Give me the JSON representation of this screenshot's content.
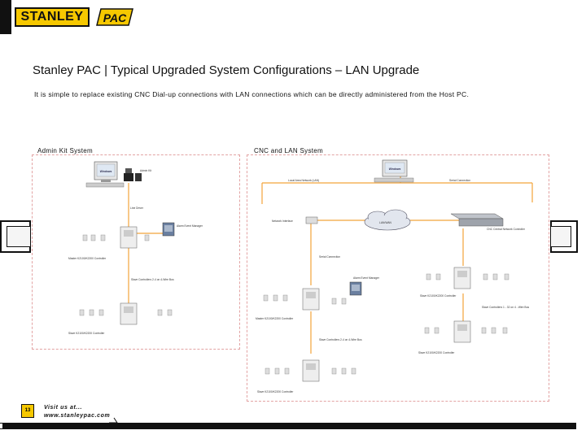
{
  "brand": {
    "stanley": "STANLEY",
    "pac": "PAC",
    "accent_color": "#f6c800"
  },
  "title": "Stanley PAC | Typical Upgraded System Configurations – LAN Upgrade",
  "subtitle": "It is simple to replace existing CNC Dial-up connections with LAN connections which can be directly administered from the Host PC.",
  "panels": {
    "left": {
      "label": "Admin Kit System",
      "nodes": {
        "admin_kit": "Admin Kit",
        "line_driver": "Line Driver",
        "alarm_event_manager": "Alarm Event Manager",
        "master_controller": "Master K2100/K2200 Controller",
        "slave_bus": "Slave Controllers 2-4 on 4-Wire Bus",
        "slave_controller": "Slave K2100/K2200 Controller"
      }
    },
    "right": {
      "label": "CNC and LAN System",
      "nodes": {
        "lan": "Local Area Network (LAN)",
        "serial_connection": "Serial Connection",
        "network_interface": "Network Interface",
        "lan_wan": "LAN/WAN",
        "cnc": "CNC Central Network Controller",
        "serial_connection_2": "Serial Connection",
        "alarm_event_manager": "Alarm Event Manager",
        "slave_controller_1": "Slave K2100/K2200 Controller",
        "slave_bus_1": "Slave Controllers 1 - 32 on 4 - Wire Bus",
        "master_controller": "Master K2100/K2200 Controller",
        "slave_bus_2": "Slave Controllers 2-4 on 4-Wire Bus",
        "slave_controller_2": "Slave K2100/K2200 Controller",
        "slave_controller_3": "Slave K2100/K2200 Controller"
      }
    }
  },
  "footer": {
    "page_number": "13",
    "visit": "Visit us at...",
    "url": "www.stanleypac.com"
  }
}
